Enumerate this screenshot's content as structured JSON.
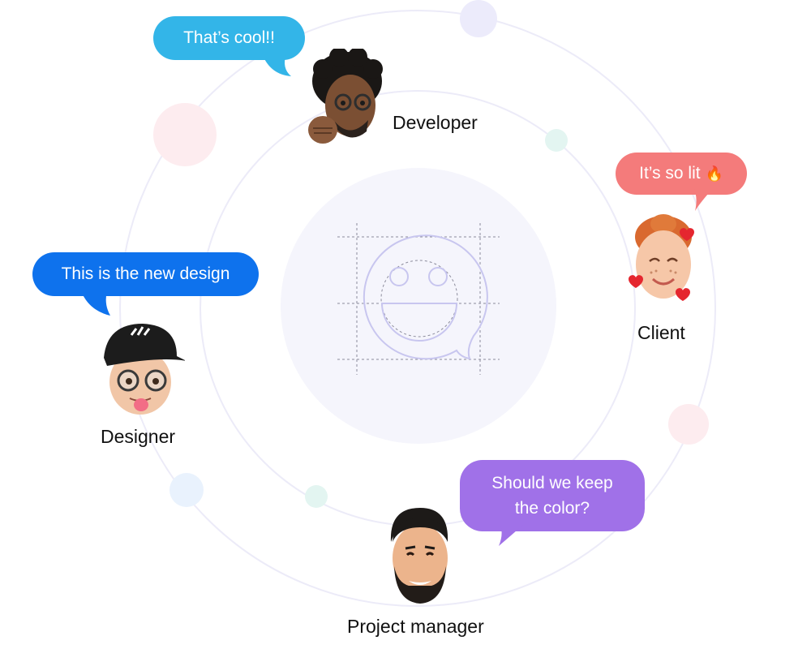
{
  "people": [
    {
      "id": "developer",
      "role": "Developer",
      "message": "That’s cool!!",
      "color": "#33b5e8"
    },
    {
      "id": "client",
      "role": "Client",
      "message": "It’s so lit",
      "emoji": "🔥",
      "color": "#f47b7b"
    },
    {
      "id": "designer",
      "role": "Designer",
      "message": "This is the new design",
      "color": "#0e72ed"
    },
    {
      "id": "project-manager",
      "role": "Project manager",
      "message_lines": [
        "Should we keep",
        "the color?"
      ],
      "color": "#a071e8"
    }
  ],
  "colors": {
    "orbit_ring": "#ecebf8",
    "center_disc": "#f5f5fc",
    "icon_stroke": "#c8c6ef",
    "dot_lavender": "#ecebfb",
    "dot_pink": "#fdecef",
    "dot_mint": "#e3f5f1",
    "dot_blue": "#e9f2fd"
  },
  "icons": {
    "center": "chat-smile-icon",
    "developer_avatar": "memoji-developer-avatar",
    "client_avatar": "memoji-client-avatar",
    "designer_avatar": "memoji-designer-avatar",
    "pm_avatar": "memoji-project-manager-avatar"
  }
}
